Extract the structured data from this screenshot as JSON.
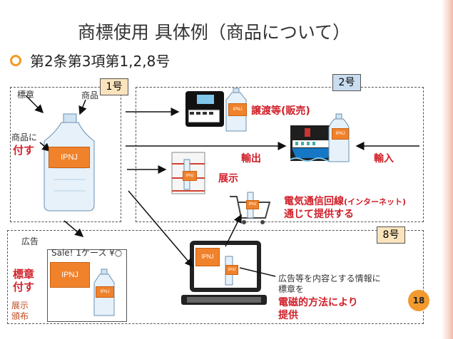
{
  "title": "商標使用 具体例（商品について）",
  "bullet": "第2条第3項第1,2,8号",
  "tags": {
    "one": "1号",
    "two": "2号",
    "eight": "8号"
  },
  "labels": {
    "hyosho": "標章",
    "shohin": "商品",
    "shohin_ni": "商品に",
    "fusu": "付す",
    "bottle_label": "IPNJ",
    "joto": "譲渡等(販売)",
    "yushutsu": "輸出",
    "yunyu": "輸入",
    "tenji": "展示",
    "denki_line1": "電気通信回線",
    "denki_internet": "(インターネット)",
    "denki_line2": "通じて提供する",
    "kokoku": "広告",
    "sale": "Sale! 1ケース ¥○",
    "hyosho_fusu_1": "標章",
    "hyosho_fusu_2": "付す",
    "tenji_hanpu_1": "展示",
    "tenji_hanpu_2": "頒布",
    "info_1": "広告等を内容とする情報に",
    "info_2": "標章を",
    "denji_1": "電磁的方法により",
    "denji_2": "提供"
  },
  "page_number": "18",
  "colors": {
    "accent": "#f39a2a",
    "label_orange": "#f0822c",
    "red_text": "#d0202a",
    "tag_orange": "#fbe4bd",
    "tag_blue": "#c9dcf0"
  }
}
